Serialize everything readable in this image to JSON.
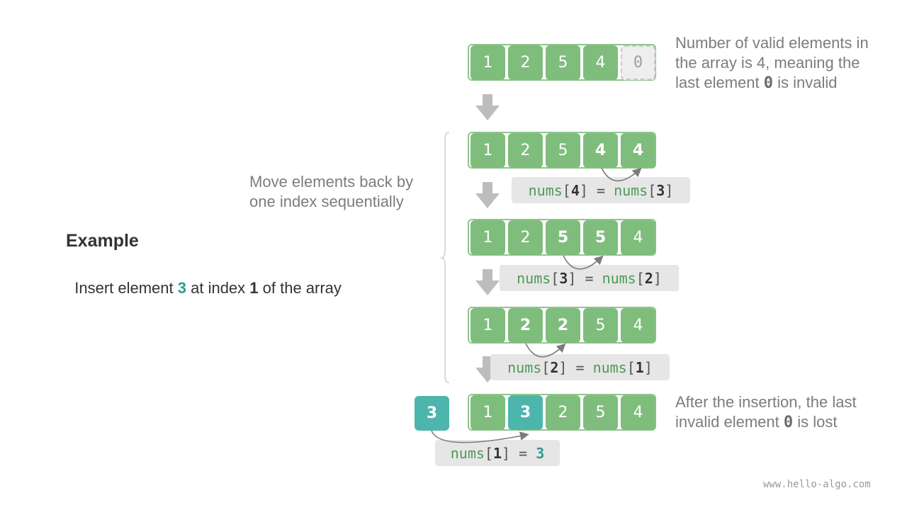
{
  "example": {
    "heading": "Example",
    "desc_prefix": "Insert element ",
    "desc_value": "3",
    "desc_mid": " at index ",
    "desc_index": "1",
    "desc_suffix": " of the array"
  },
  "rows": [
    {
      "cells": [
        "1",
        "2",
        "5",
        "4",
        "0"
      ],
      "invalid_index": 4
    },
    {
      "cells": [
        "1",
        "2",
        "5",
        "4",
        "4"
      ],
      "bold": [
        3,
        4
      ]
    },
    {
      "cells": [
        "1",
        "2",
        "5",
        "5",
        "4"
      ],
      "bold": [
        2,
        3
      ]
    },
    {
      "cells": [
        "1",
        "2",
        "2",
        "5",
        "4"
      ],
      "bold": [
        1,
        2
      ]
    },
    {
      "cells": [
        "1",
        "3",
        "2",
        "5",
        "4"
      ],
      "teal_index": 1
    }
  ],
  "insert_element": "3",
  "codes": [
    {
      "name": "nums",
      "lb": "[",
      "idx": "4",
      "rb": "]",
      "eq": " = ",
      "rname": "nums",
      "rlb": "[",
      "ridx": "3",
      "rrb": "]"
    },
    {
      "name": "nums",
      "lb": "[",
      "idx": "3",
      "rb": "]",
      "eq": " = ",
      "rname": "nums",
      "rlb": "[",
      "ridx": "2",
      "rrb": "]"
    },
    {
      "name": "nums",
      "lb": "[",
      "idx": "2",
      "rb": "]",
      "eq": " = ",
      "rname": "nums",
      "rlb": "[",
      "ridx": "1",
      "rrb": "]"
    },
    {
      "name": "nums",
      "lb": "[",
      "idx": "1",
      "rb": "]",
      "eq": " = ",
      "value": "3"
    }
  ],
  "notes": {
    "top_line1": "Number of valid elements in",
    "top_line2": "the array is 4, meaning the",
    "top_line3_prefix": "last element ",
    "top_line3_code": "0",
    "top_line3_suffix": " is invalid",
    "move_line1": "Move elements back by",
    "move_line2": "one index sequentially",
    "after_line1": "After the insertion, the last",
    "after_line2_prefix": "invalid element ",
    "after_line2_code": "0",
    "after_line2_suffix": " is lost"
  },
  "watermark": "www.hello-algo.com",
  "colors": {
    "cell_green": "#7fbd7d",
    "frame_green": "#8ec58c",
    "teal": "#4db6ac",
    "code_green": "#4d9a55",
    "arrow_gray": "#bdbdbd",
    "text_gray": "#7c7c7c"
  }
}
